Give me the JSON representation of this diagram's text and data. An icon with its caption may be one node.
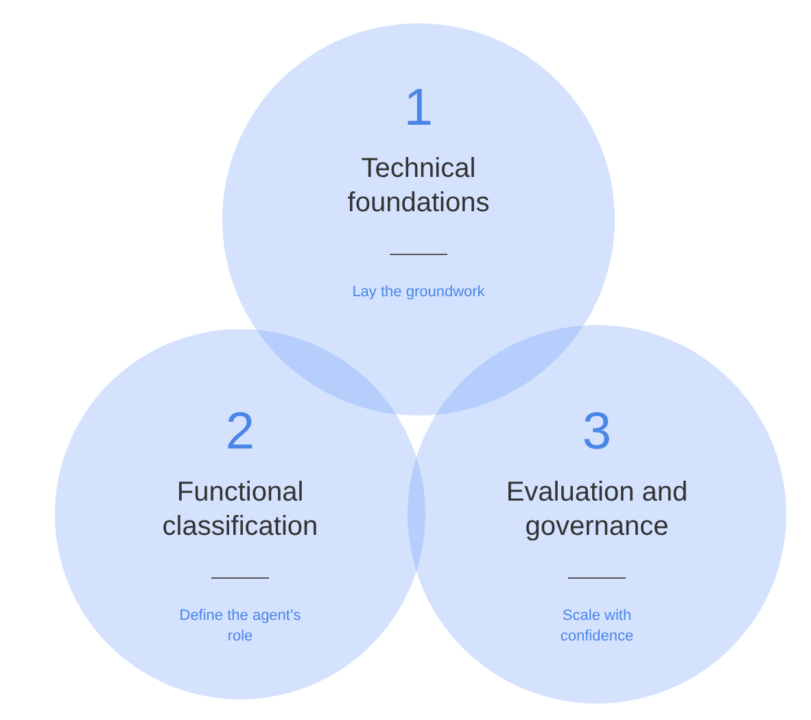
{
  "diagram": {
    "nodes": [
      {
        "text": [
          "1",
          "Technical foundations",
          "Lay the groundwork"
        ]
      },
      {
        "text": [
          "2",
          "Functional classification",
          "Define the agent’s role"
        ]
      },
      {
        "text": [
          "3",
          "Evaluation and governance",
          "Scale with confidence"
        ]
      }
    ]
  }
}
